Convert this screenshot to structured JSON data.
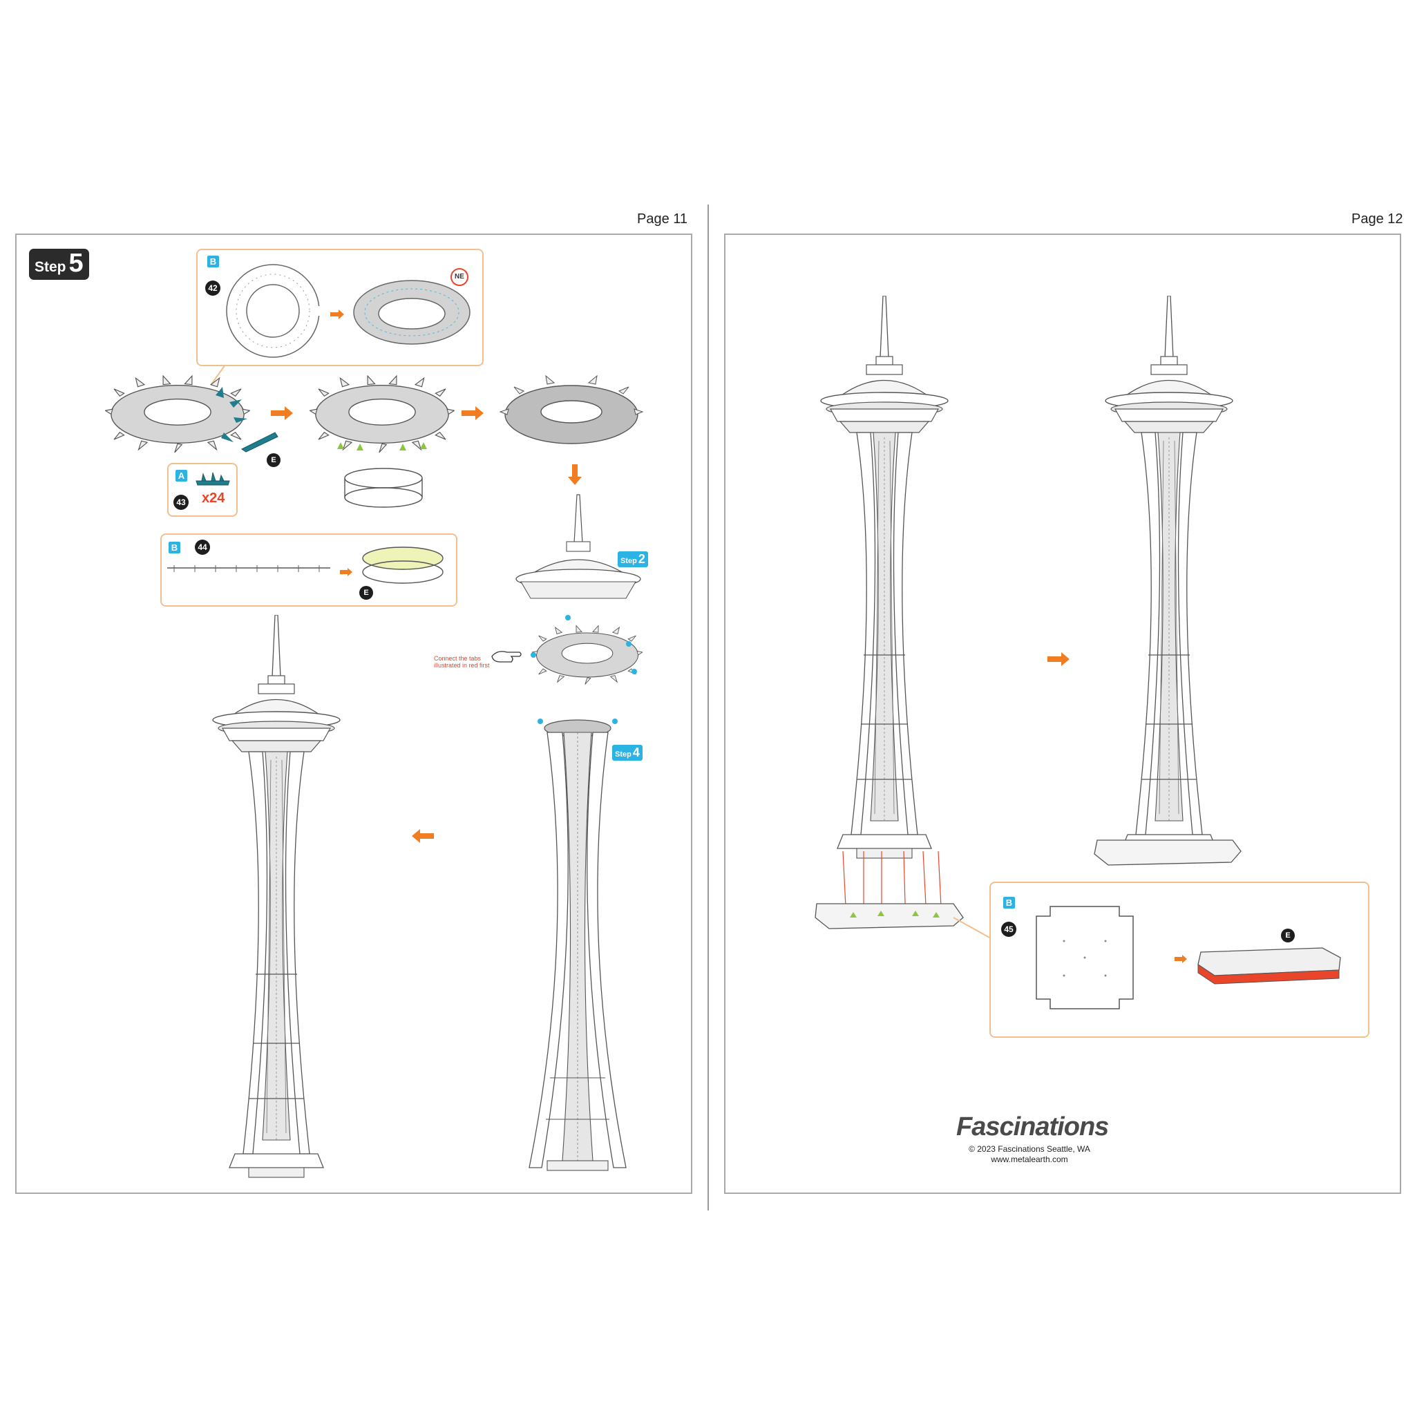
{
  "pages": {
    "left": {
      "page_label": "Page 11"
    },
    "right": {
      "page_label": "Page 12"
    }
  },
  "step": {
    "word": "Step",
    "number": "5"
  },
  "parts": {
    "p42": {
      "sheet": "B",
      "number": "42",
      "orientation_mark": "NE"
    },
    "p43": {
      "sheet": "A",
      "number": "43",
      "quantity": "x24"
    },
    "p44": {
      "sheet": "B",
      "number": "44"
    },
    "p45": {
      "sheet": "B",
      "number": "45"
    }
  },
  "tool": {
    "label": "E"
  },
  "note": {
    "line1": "Connect the tabs",
    "line2": "illustrated in red first"
  },
  "step_refs": {
    "ref2": {
      "word": "Step",
      "number": "2"
    },
    "ref4": {
      "word": "Step",
      "number": "4"
    }
  },
  "footer": {
    "brand": "Fascinations",
    "copyright": "© 2023 Fascinations Seattle, WA",
    "url": "www.metalearth.com"
  },
  "colors": {
    "accent_orange": "#f07d22",
    "callout_border": "#f2c08d",
    "part_blue": "#2bb3e3",
    "tab_red": "#e8452a",
    "tab_green": "#8cc63f",
    "teal": "#1f7d8c"
  },
  "icons": [
    "arrow-right-icon",
    "arrow-down-icon",
    "arrow-left-icon",
    "pointing-hand-icon"
  ]
}
